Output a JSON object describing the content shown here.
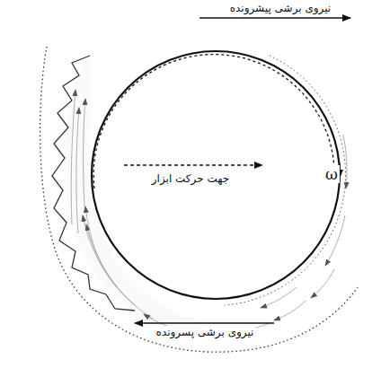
{
  "diagram": {
    "labels": [
      "نیروی برشی پیشرونده",
      "جهت حرکت ابزار",
      "ω",
      "نیروی برشی پسرونده"
    ]
  }
}
